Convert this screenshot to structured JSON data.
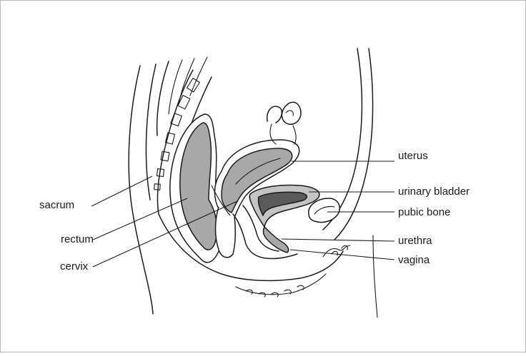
{
  "labels": {
    "sacrum": "sacrum",
    "rectum": "rectum",
    "cervix": "cervix",
    "uterus": "uterus",
    "urinary_bladder": "urinary bladder",
    "pubic_bone": "pubic bone",
    "urethra": "urethra",
    "vagina": "vagina"
  },
  "colors": {
    "outline": "#1a1a1a",
    "organ_fill": "#a8a8a8",
    "organ_fill_light": "#c4c4c4",
    "organ_fill_dark": "#5a5a5a",
    "tissue_fill": "#ffffff",
    "frame": "#b8b8b8"
  }
}
